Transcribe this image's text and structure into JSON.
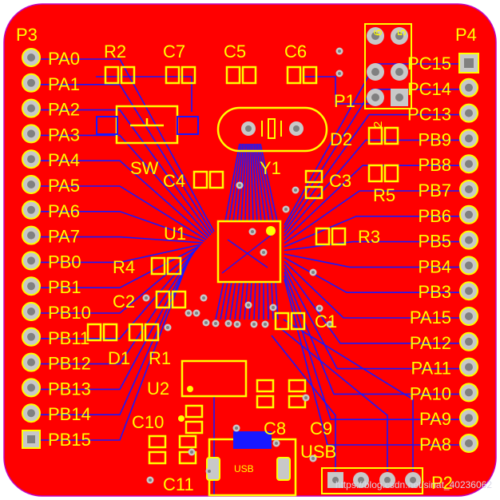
{
  "colors": {
    "board": "#ff0000",
    "trace": "#1818ff",
    "silkscreen": "#ffff00",
    "outline": "#c000c0",
    "pad": "#c8c8c8",
    "via": "#808080"
  },
  "headers": {
    "p3": {
      "designator": "P3",
      "pins": [
        "PA0",
        "PA1",
        "PA2",
        "PA3",
        "PA4",
        "PA5",
        "PA6",
        "PA7",
        "PB0",
        "PB1",
        "PB10",
        "PB11",
        "PB12",
        "PB13",
        "PB14",
        "PB15"
      ]
    },
    "p4": {
      "designator": "P4",
      "pins": [
        "PC15",
        "PC14",
        "PC13",
        "PB9",
        "PB8",
        "PB7",
        "PB6",
        "PB5",
        "PB4",
        "PB3",
        "PA15",
        "PA12",
        "PA11",
        "PA10",
        "PA9",
        "PA8"
      ]
    },
    "p1": {
      "designator": "P1",
      "pin_labels": [
        "6",
        "5",
        "2"
      ]
    },
    "p2": {
      "designator": "P2"
    }
  },
  "components": {
    "r1": "R1",
    "r2": "R2",
    "r3": "R3",
    "r4": "R4",
    "r5": "R5",
    "c1": "C1",
    "c2": "C2",
    "c3": "C3",
    "c4": "C4",
    "c5": "C5",
    "c6": "C6",
    "c7": "C7",
    "c8": "C8",
    "c9": "C9",
    "c10": "C10",
    "c11": "C11",
    "d1": "D1",
    "d2": "D2",
    "u1": "U1",
    "u2": "U2",
    "y1": "Y1",
    "sw": "SW",
    "usb": "USB",
    "usb_connector_text": "USB"
  },
  "watermark": "https://blog.csdn.net/sinat_40236062"
}
